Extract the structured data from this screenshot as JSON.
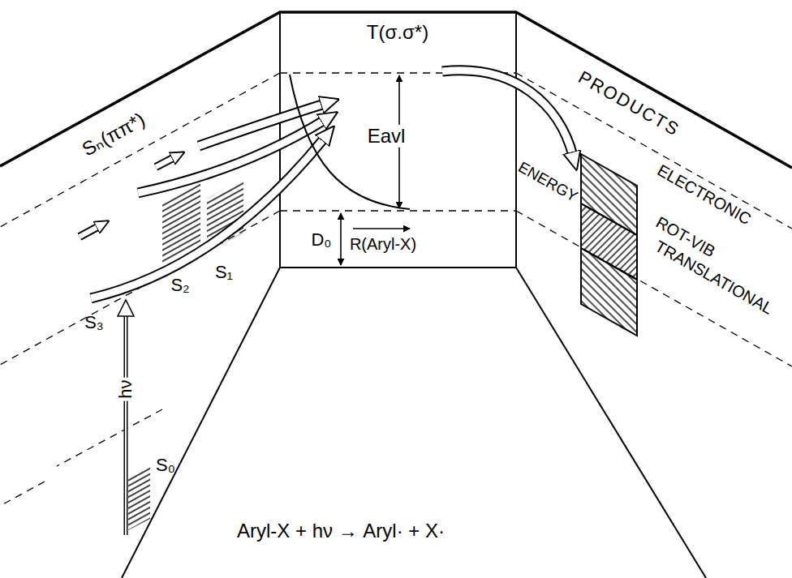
{
  "diagram": {
    "labels": [
      "T(σ.σ*)",
      "Eavl",
      "Sₙ(ππ*)",
      "S₃",
      "S₂",
      "S₁",
      "D₀",
      "R(Aryl-X)",
      "hν",
      "S₀",
      "PRODUCTS",
      "ENERGY",
      "ELECTRONIC",
      "ROT-VIB",
      "TRANSLATIONAL",
      "Aryl-X + hν → Aryl· + X·"
    ]
  }
}
